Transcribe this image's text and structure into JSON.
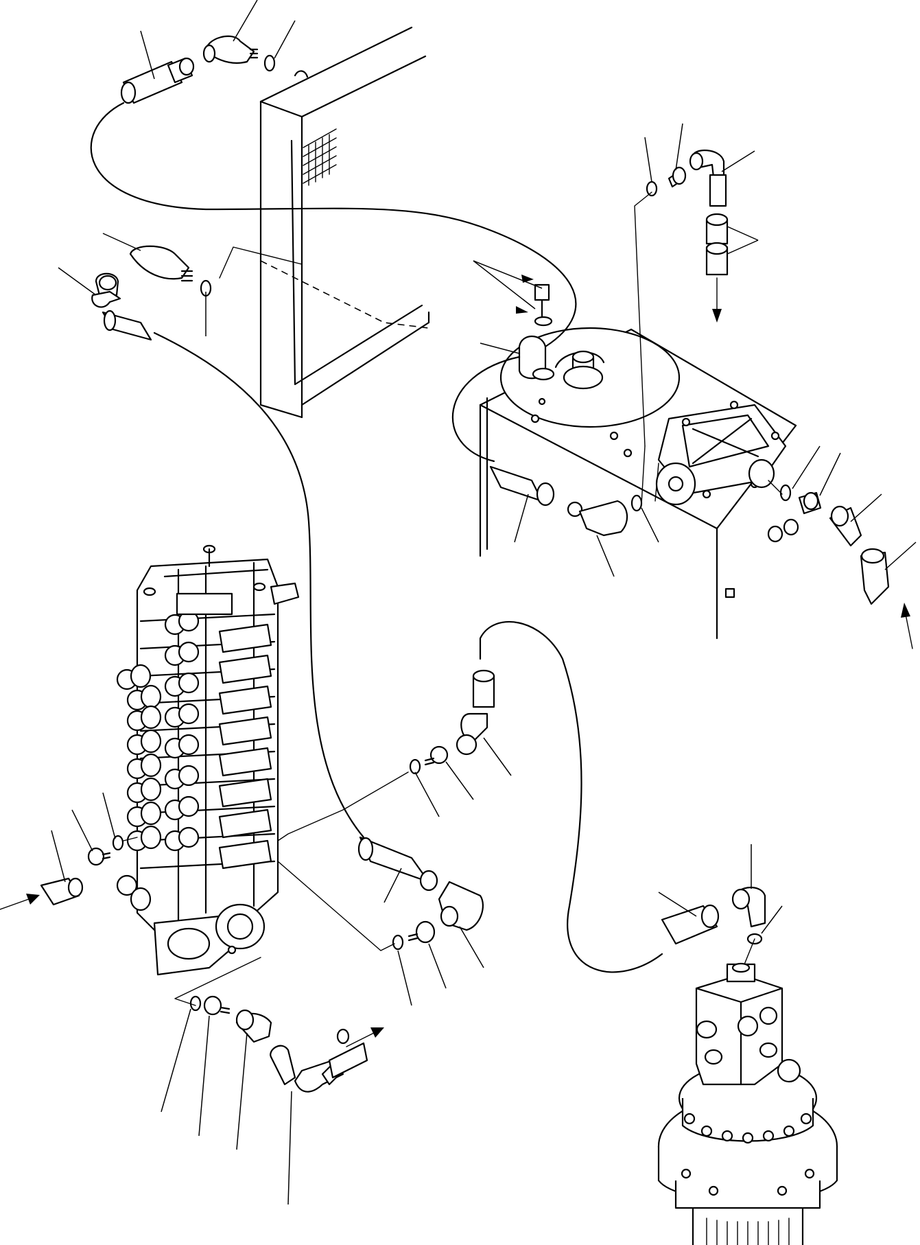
{
  "diagram": {
    "colors": {
      "line": "#000000",
      "background": "#ffffff"
    },
    "components": [
      "radiator-frame",
      "hydraulic-tank",
      "control-valve-stack",
      "swing-motor"
    ],
    "icons": [
      "flow-arrow-icon"
    ]
  }
}
